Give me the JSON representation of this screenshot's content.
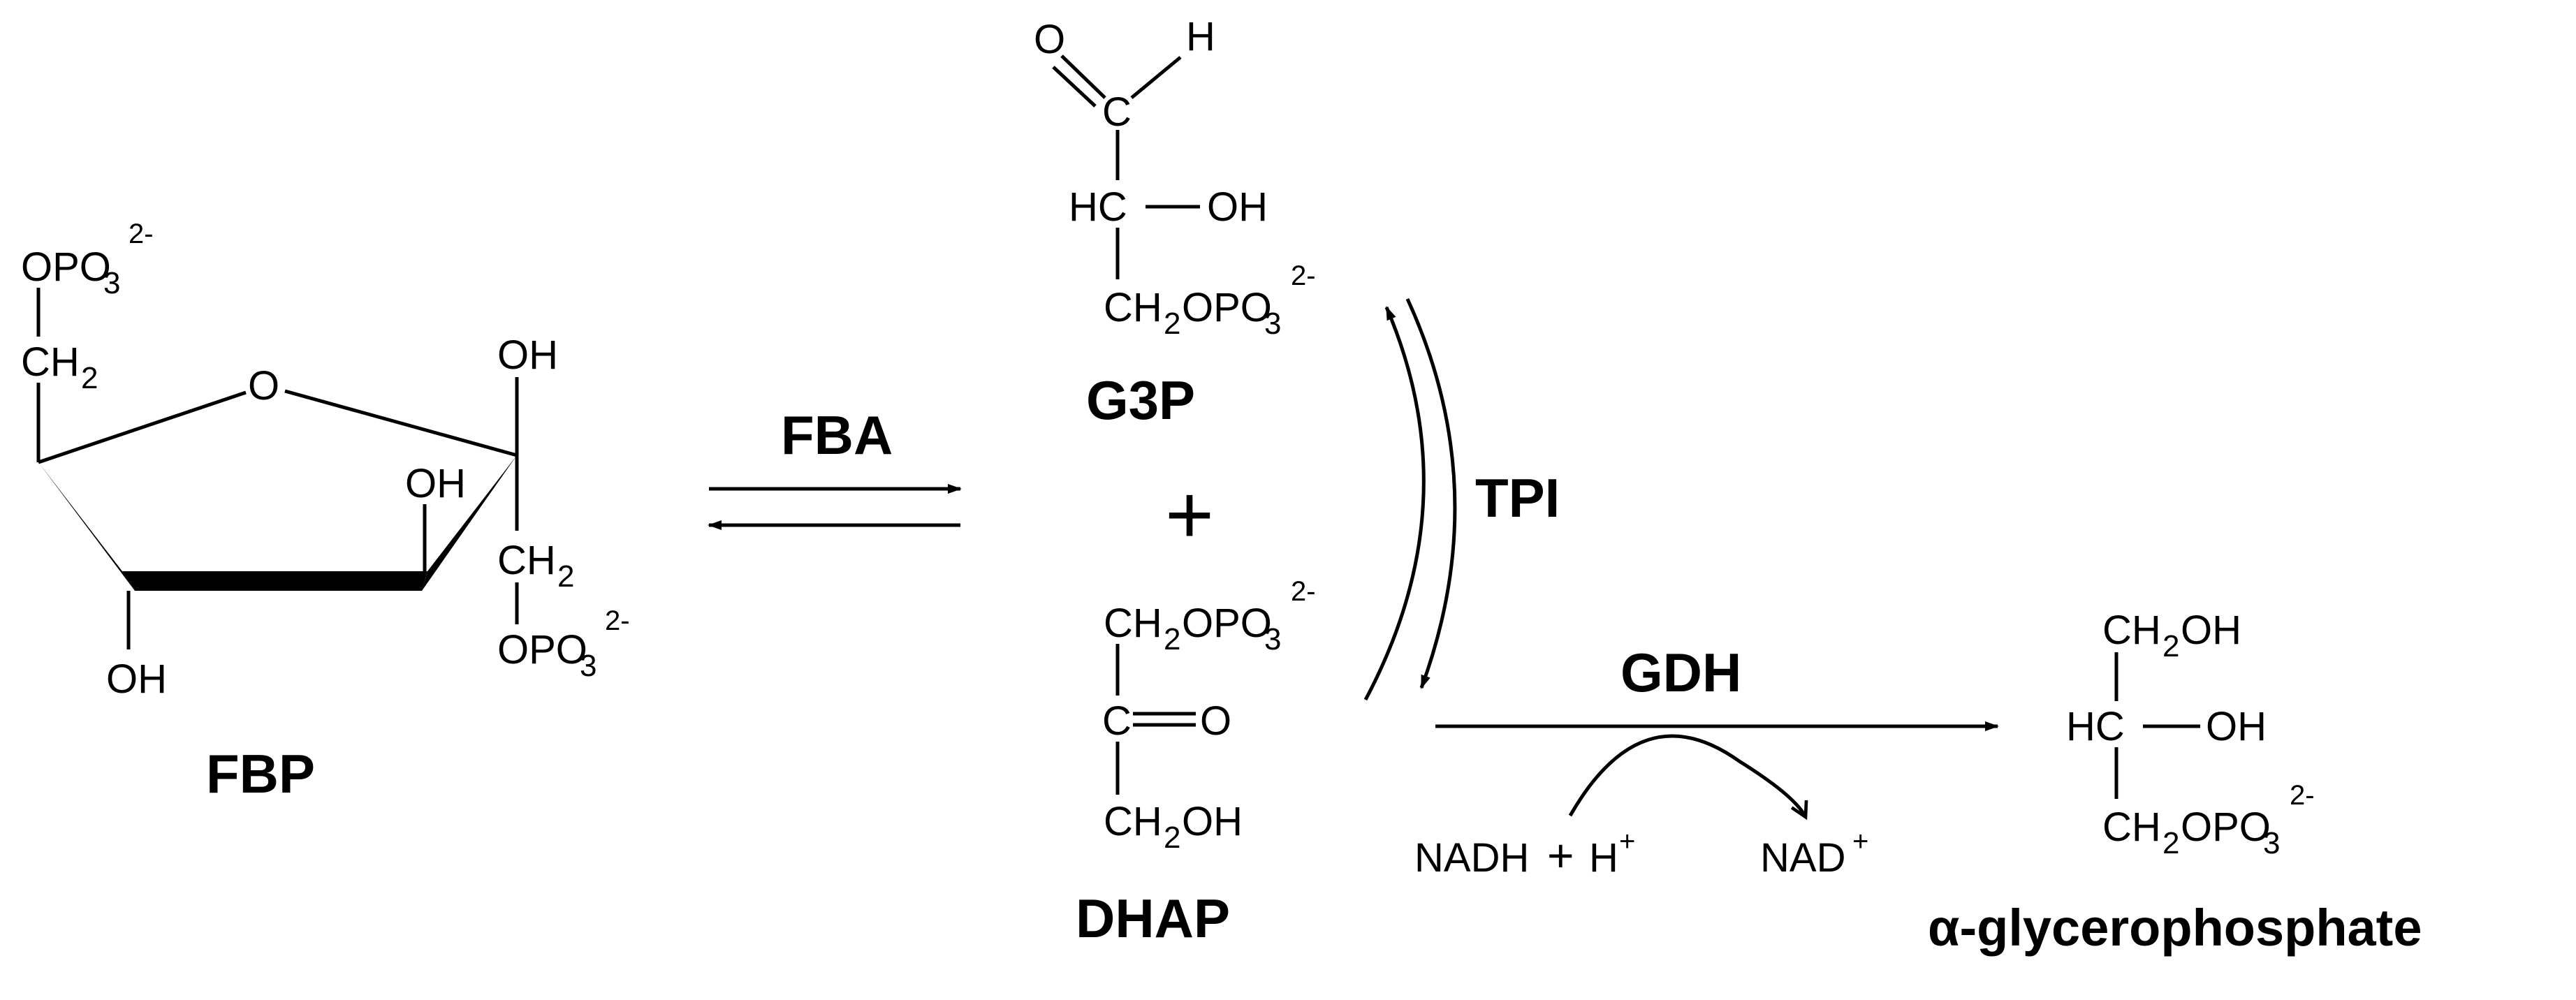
{
  "diagram": {
    "fbp": {
      "name": "FBP",
      "top_phosphate": "OPO",
      "top_phosphate_sub": "3",
      "top_phosphate_charge": "2-",
      "ch2_left": "CH",
      "ch2_left_sub": "2",
      "ring_oxygen": "O",
      "oh_top_right": "OH",
      "oh_ring": "OH",
      "oh_bottom": "OH",
      "ch2_right": "CH",
      "ch2_right_sub": "2",
      "bottom_phosphate": "OPO",
      "bottom_phosphate_sub": "3",
      "bottom_phosphate_charge": "2-"
    },
    "fba": {
      "label": "FBA"
    },
    "g3p": {
      "name": "G3P",
      "aldehyde_o": "O",
      "aldehyde_c": "C",
      "aldehyde_h": "H",
      "hc": "HC",
      "oh": "OH",
      "ch2opo3": "CH",
      "ch2opo3_sub1": "2",
      "ch2opo3_mid": "OPO",
      "ch2opo3_sub2": "3",
      "charge": "2-"
    },
    "plus_sign": "+",
    "dhap": {
      "name": "DHAP",
      "ch2opo3": "CH",
      "ch2opo3_sub1": "2",
      "ch2opo3_mid": "OPO",
      "ch2opo3_sub2": "3",
      "charge": "2-",
      "keto_c": "C",
      "keto_o": "O",
      "ch2oh": "CH",
      "ch2oh_sub": "2",
      "ch2oh_end": "OH"
    },
    "tpi": {
      "label": "TPI"
    },
    "gdh": {
      "label": "GDH",
      "cofactor_in": "NADH",
      "cofactor_in_plus": "+",
      "proton": "H",
      "proton_charge": "+",
      "cofactor_out": "NAD",
      "cofactor_out_charge": "+"
    },
    "glycerophosphate": {
      "name": "α-glycerophosphate",
      "ch2oh_top": "CH",
      "ch2oh_top_sub": "2",
      "ch2oh_top_end": "OH",
      "hc": "HC",
      "oh": "OH",
      "ch2opo3": "CH",
      "ch2opo3_sub1": "2",
      "ch2opo3_mid": "OPO",
      "ch2opo3_sub2": "3",
      "charge": "2-"
    }
  }
}
